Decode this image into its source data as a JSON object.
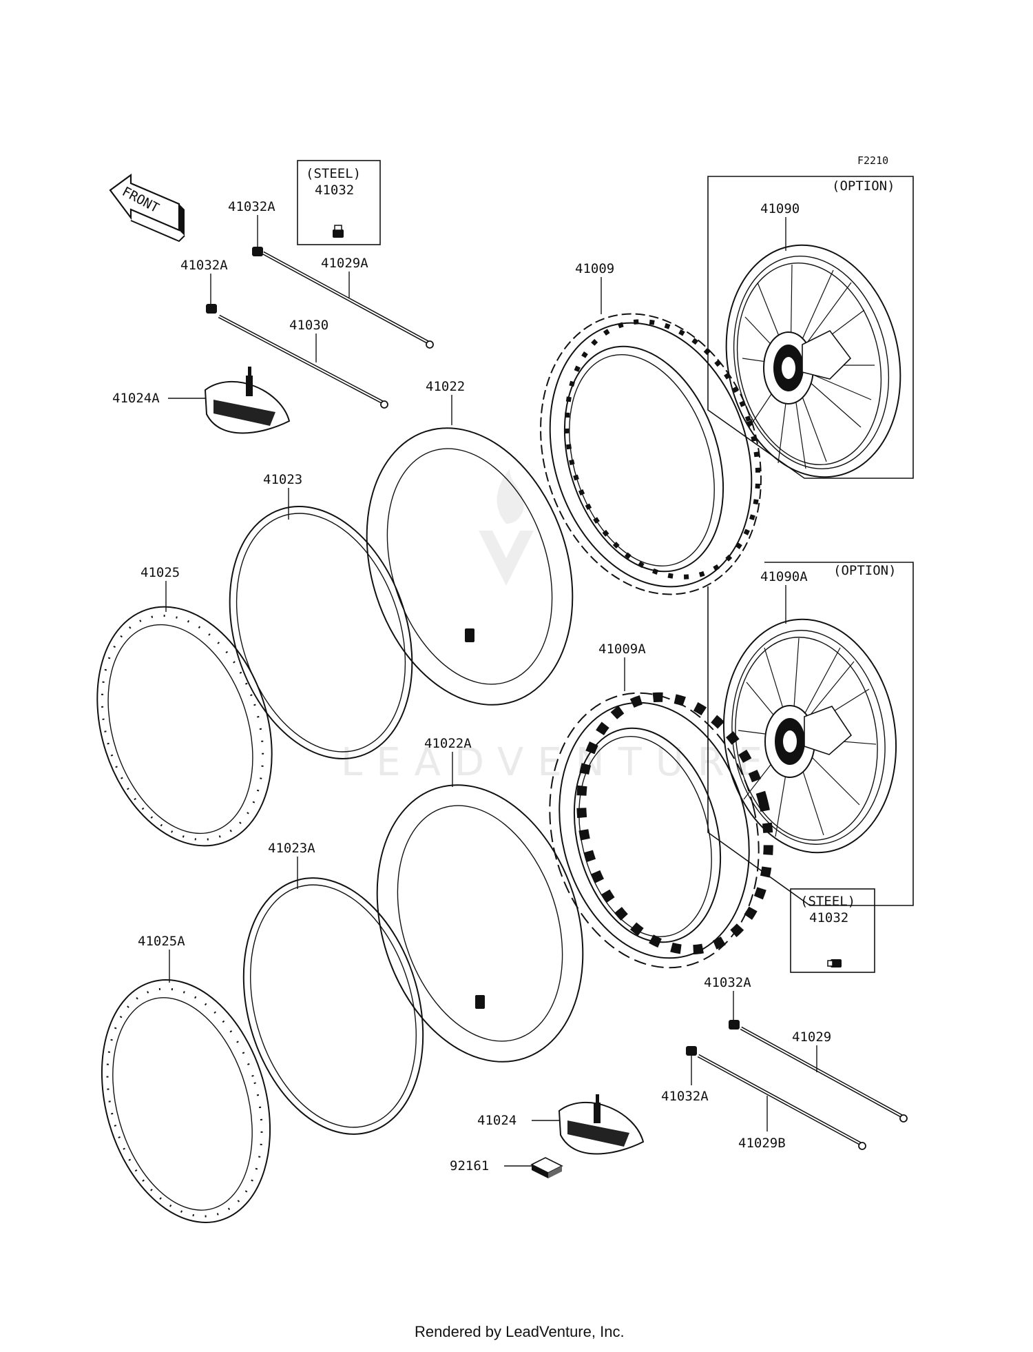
{
  "figure_code": "F2210",
  "front_label": "FRONT",
  "footer": "Rendered by LeadVenture, Inc.",
  "watermark": "LEADVENTURE",
  "option_label": "(OPTION)",
  "steel_label": "(STEEL)",
  "parts": {
    "p41032_top": "41032",
    "p41032_right": "41032",
    "p41032A_1": "41032A",
    "p41032A_2": "41032A",
    "p41032A_3": "41032A",
    "p41032A_4": "41032A",
    "p41029A": "41029A",
    "p41030": "41030",
    "p41024A": "41024A",
    "p41022": "41022",
    "p41009": "41009",
    "p41090": "41090",
    "p41023": "41023",
    "p41025": "41025",
    "p41090A": "41090A",
    "p41009A": "41009A",
    "p41022A": "41022A",
    "p41023A": "41023A",
    "p41025A": "41025A",
    "p41029": "41029",
    "p41024": "41024",
    "p41029B": "41029B",
    "p92161": "92161"
  }
}
